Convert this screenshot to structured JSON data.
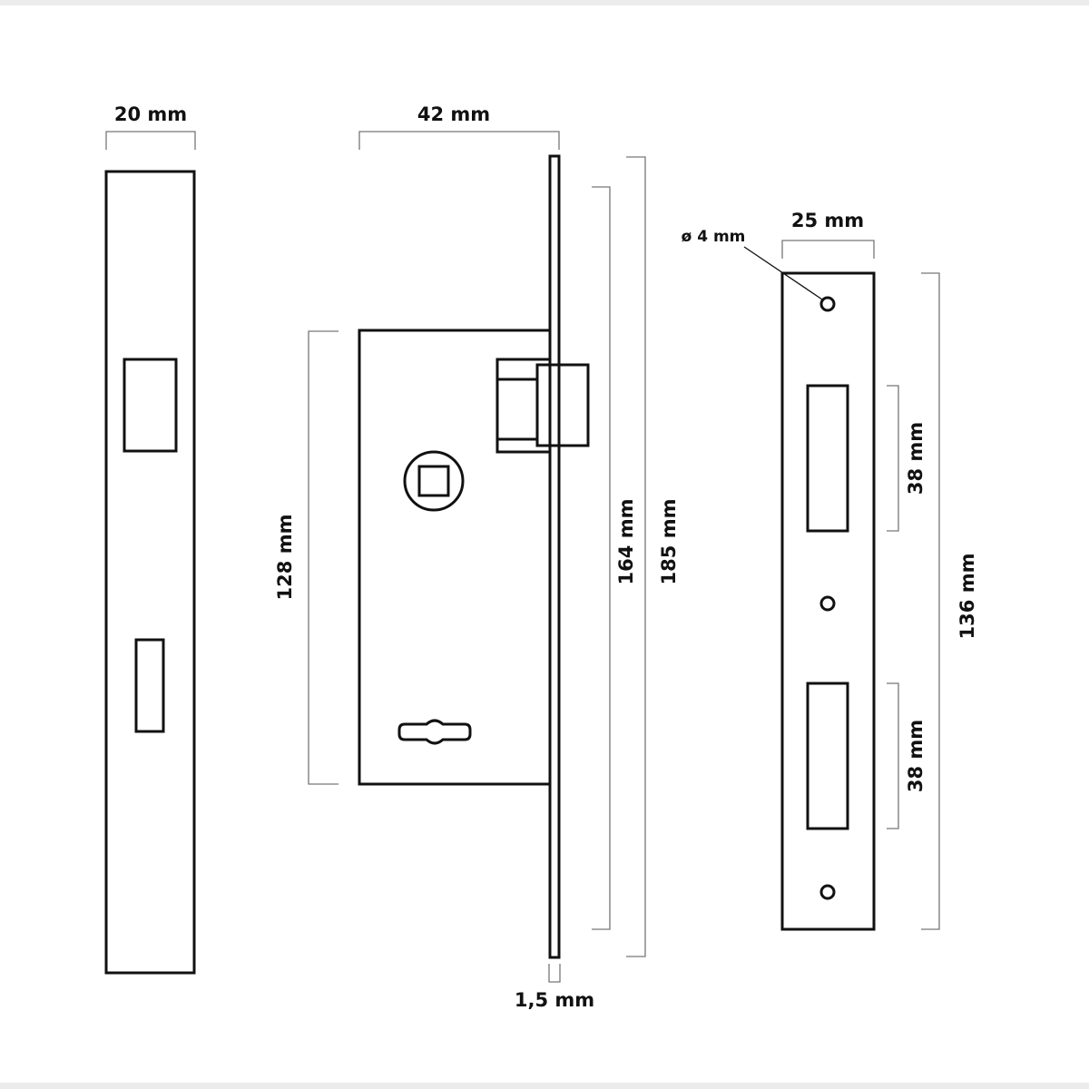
{
  "title": "Mortise lock dimensions diagram",
  "faceplate_view": {
    "width_label": "20 mm"
  },
  "lock_body_view": {
    "depth_label": "42 mm",
    "body_height_label": "128 mm",
    "faceplate_inner_label": "164 mm",
    "faceplate_height_label": "185 mm",
    "faceplate_thickness_label": "1,5 mm"
  },
  "strike_plate_view": {
    "width_label": "25 mm",
    "hole_label": "ø 4 mm",
    "upper_slot_label": "38 mm",
    "lower_slot_label": "38 mm",
    "height_label": "136 mm"
  }
}
